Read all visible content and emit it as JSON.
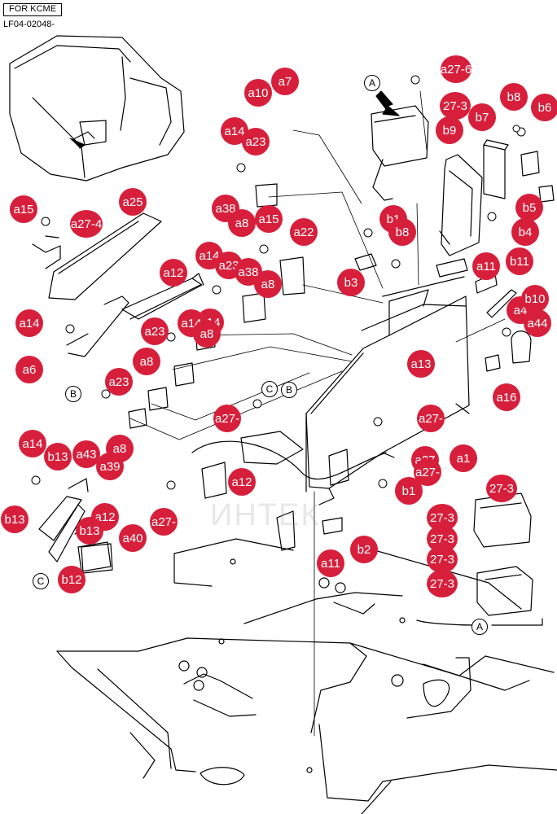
{
  "header": {
    "variant": "FOR KCME",
    "code": "LF04-02048-"
  },
  "watermark": "ИНТЕК",
  "colors": {
    "callout_fill": "#d71f3b",
    "callout_text": "#ffffff",
    "line_art": "#000000"
  },
  "callouts": [
    "a27-6",
    "a10",
    "a7",
    "27-3",
    "b8",
    "b6",
    "b7",
    "b9",
    "a14",
    "a23",
    "a15",
    "a27-4",
    "a25",
    "a38",
    "a8",
    "a15",
    "b1",
    "b8",
    "a22",
    "b4",
    "b5",
    "a14",
    "a12",
    "a23",
    "a38",
    "a8",
    "b3",
    "a11",
    "b11",
    "a14",
    "a23",
    "a14",
    "a8",
    "a4",
    "b10",
    "a44",
    "a6",
    "a14",
    "a8",
    "a13",
    "a23",
    "a16",
    "a27-",
    "a27-",
    "a1",
    "a14",
    "b13",
    "a43",
    "a39",
    "a8",
    "a27",
    "a27-",
    "a12",
    "b1",
    "27-3",
    "a27-",
    "a12",
    "b13",
    "b13",
    "a40",
    "27-3",
    "b2",
    "27-3",
    "27-3",
    "a11",
    "b12",
    "27-3"
  ],
  "reference_marks": [
    "A",
    "B",
    "C",
    "B",
    "C",
    "A"
  ]
}
